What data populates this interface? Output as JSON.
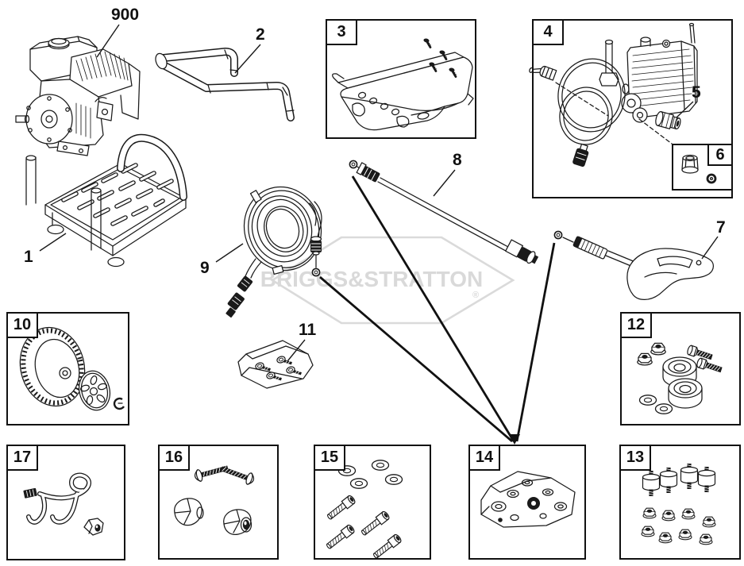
{
  "watermark": {
    "brand": "BRIGGS&STRATTON",
    "registered_mark": "®",
    "color": "#d9d9d9"
  },
  "ink_color": "#1a1a1a",
  "callouts": {
    "frame": "1",
    "handle": "2",
    "heat_shield_kit": "3",
    "pump_assembly": "4",
    "outlet_fitting": "5",
    "cap_kit": "6",
    "spray_gun": "7",
    "lance": "8",
    "high_pressure_hose": "9",
    "wheel_kit": "10",
    "screw_bag": "11",
    "foot_kit": "12",
    "vibration_mount_kit": "13",
    "seal_kit_bag": "14",
    "bolt_washer_kit": "15",
    "knob_bolt_kit": "16",
    "gun_holder_kit": "17",
    "engine": "900"
  }
}
